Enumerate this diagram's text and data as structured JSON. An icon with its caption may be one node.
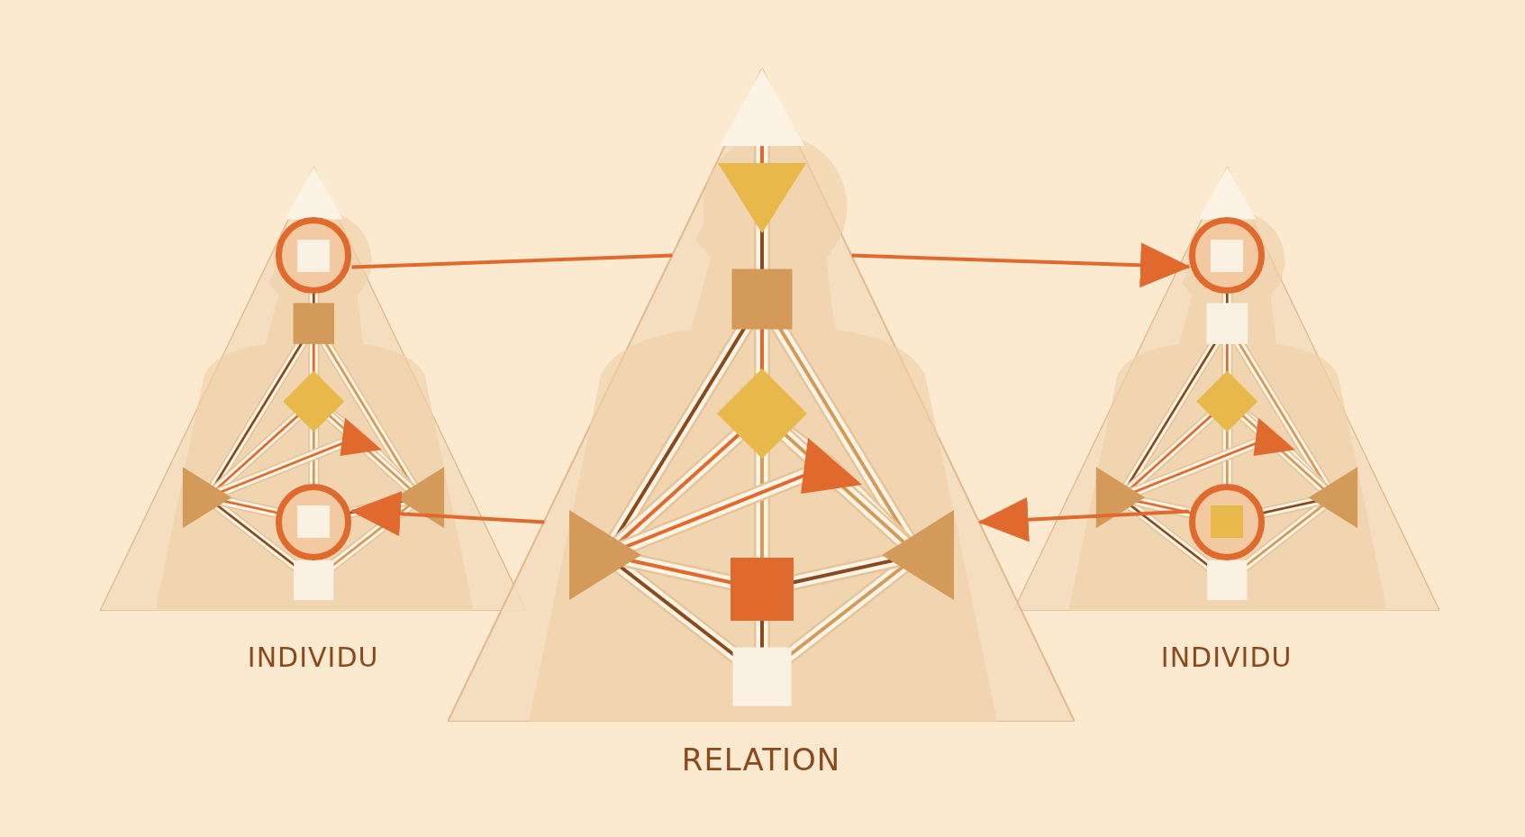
{
  "diagram": {
    "nodes": [
      {
        "text": [
          "INDIVIDU"
        ]
      },
      {
        "text": [
          "RELATION"
        ]
      },
      {
        "text": [
          "INDIVIDU"
        ]
      },
      {
        "text": [],
        "shape": "circle",
        "in": 0
      },
      {
        "text": [],
        "shape": "circle",
        "in": 0
      },
      {
        "text": [],
        "shape": "circle",
        "in": 2
      },
      {
        "text": [],
        "shape": "circle",
        "in": 2
      }
    ],
    "edges": [
      {
        "from": 3,
        "to": 1,
        "arrow": "none"
      },
      {
        "from": 1,
        "to": 5,
        "arrow": "to"
      },
      {
        "from": 1,
        "to": 4,
        "arrow": "to"
      },
      {
        "from": 6,
        "to": 1,
        "arrow": "to"
      }
    ]
  }
}
